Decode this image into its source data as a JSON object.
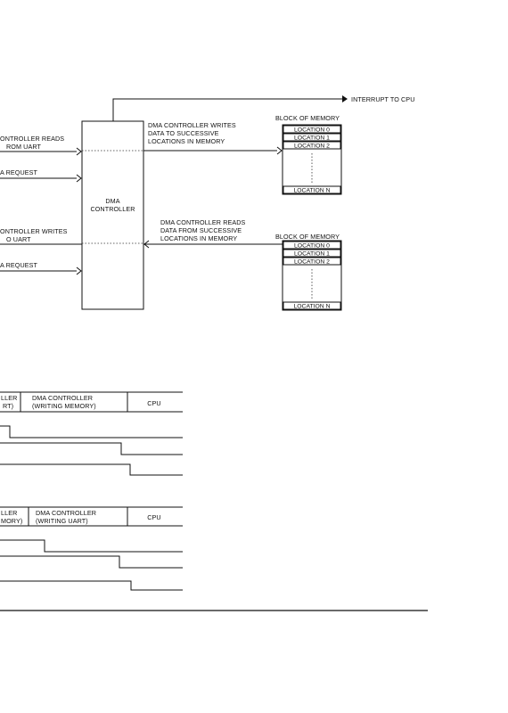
{
  "diagram": {
    "interrupt_label": "INTERRUPT TO CPU",
    "dma_block": {
      "line1": "DMA",
      "line2": "CONTROLLER"
    },
    "left_labels": {
      "read_uart_line1": "ONTROLLER READS",
      "read_uart_line2": "ROM UART",
      "request1": "A REQUEST",
      "write_uart_line1": "ONTROLLER WRITES",
      "write_uart_line2": "O UART",
      "request2": "A REQUEST"
    },
    "top_path": {
      "line1": "DMA CONTROLLER WRITES",
      "line2": "DATA TO SUCCESSIVE",
      "line3": "LOCATIONS IN MEMORY"
    },
    "bottom_path": {
      "line1": "DMA CONTROLLER READS",
      "line2": "DATA FROM SUCCESSIVE",
      "line3": "LOCATIONS IN MEMORY"
    },
    "memory_top": {
      "title": "BLOCK OF MEMORY",
      "loc0": "LOCATION 0",
      "loc1": "LOCATION 1",
      "loc2": "LOCATION 2",
      "locN": "LOCATION N"
    },
    "memory_bottom": {
      "title": "BLOCK OF MEMORY",
      "loc0": "LOCATION 0",
      "loc1": "LOCATION 1",
      "loc2": "LOCATION 2",
      "locN": "LOCATION N"
    }
  },
  "timing1": {
    "cell1_line1": "LLER",
    "cell1_line2": "RT)",
    "cell2_line1": "DMA CONTROLLER",
    "cell2_line2": "(WRITING MEMORY)",
    "cell3": "CPU"
  },
  "timing2": {
    "cell1_line1": "LLER",
    "cell1_line2": "MORY)",
    "cell2_line1": "DMA CONTROLLER",
    "cell2_line2": "(WRITING UART)",
    "cell3": "CPU"
  }
}
